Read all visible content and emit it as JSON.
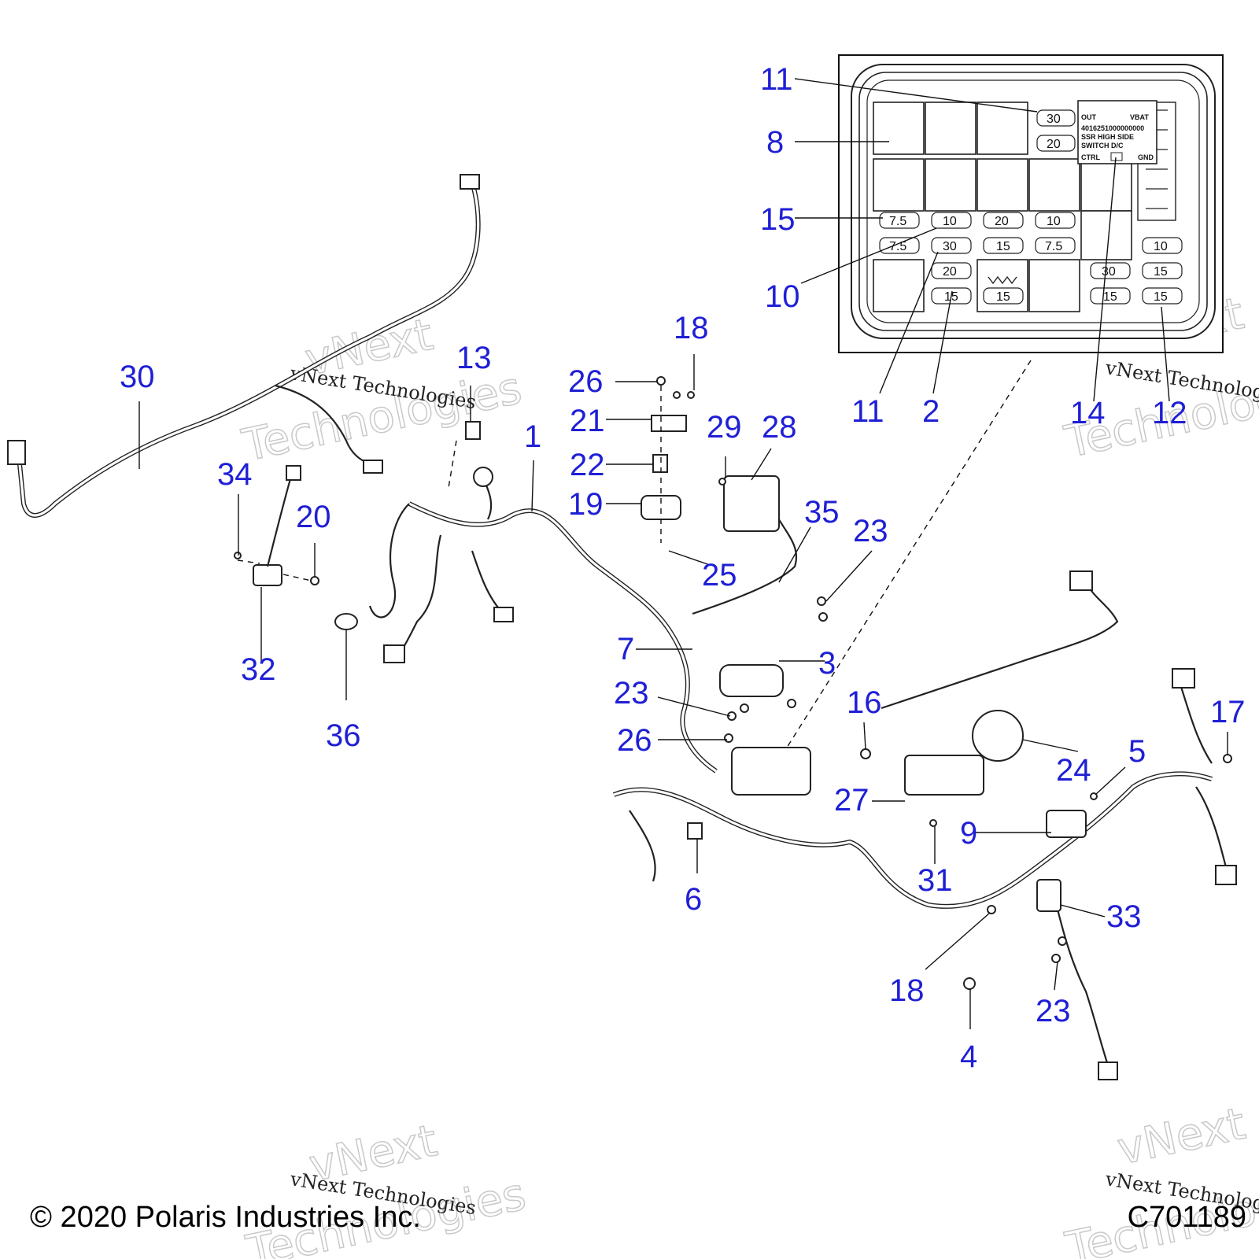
{
  "callouts": {
    "c1": "1",
    "c2": "2",
    "c3": "3",
    "c4": "4",
    "c5": "5",
    "c6": "6",
    "c7": "7",
    "c8": "8",
    "c9": "9",
    "c10": "10",
    "c11a": "11",
    "c11b": "11",
    "c12": "12",
    "c13": "13",
    "c14": "14",
    "c15": "15",
    "c16": "16",
    "c17": "17",
    "c18a": "18",
    "c18b": "18",
    "c19": "19",
    "c20": "20",
    "c21": "21",
    "c22": "22",
    "c23a": "23",
    "c23b": "23",
    "c23c": "23",
    "c24": "24",
    "c25": "25",
    "c26a": "26",
    "c26b": "26",
    "c27": "27",
    "c28": "28",
    "c29": "29",
    "c30": "30",
    "c31": "31",
    "c32": "32",
    "c33": "33",
    "c34": "34",
    "c35": "35",
    "c36": "36"
  },
  "fuse_box": {
    "fuses": {
      "f1": "30",
      "f2": "20",
      "f3": "7.5",
      "f4": "10",
      "f5": "20",
      "f6": "10",
      "f7": "7.5",
      "f8": "30",
      "f9": "15",
      "f10": "7.5",
      "f11": "10",
      "f12": "20",
      "f13": "30",
      "f14": "15",
      "f15": "15",
      "f16": "15",
      "f17": "15",
      "f18": "15"
    },
    "relay_label": {
      "out": "OUT",
      "vbat": "VBAT",
      "part_no": "4016251000000000",
      "line1": "SSR  HIGH  SIDE",
      "line2": "SWITCH      D/C",
      "ctrl": "CTRL",
      "gnd": "GND"
    }
  },
  "watermark": {
    "brand": "vNext",
    "company": "Technologies",
    "caption": "vNext Technologies"
  },
  "footer": {
    "copyright": "© 2020 Polaris Industries Inc.",
    "figure_code": "C701189"
  }
}
